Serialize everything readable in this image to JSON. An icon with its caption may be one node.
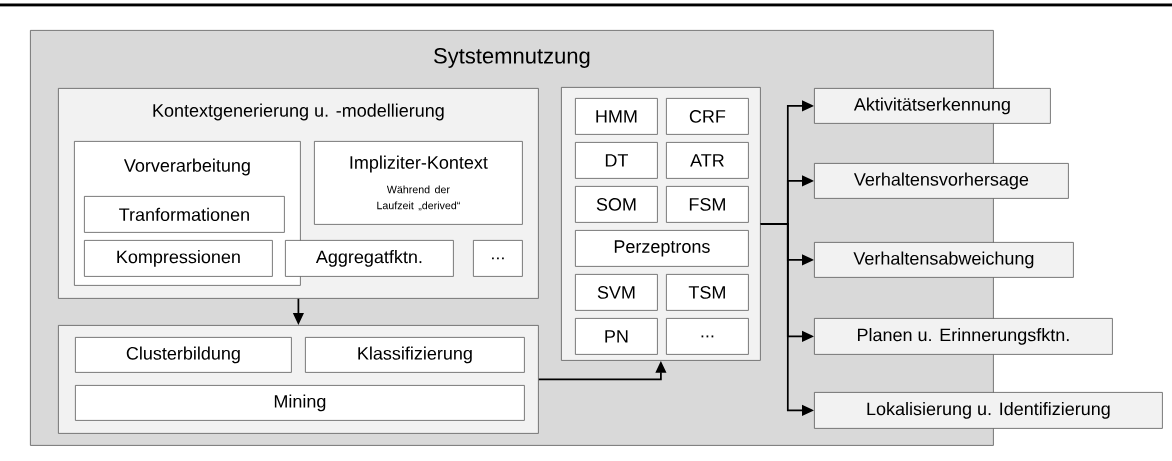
{
  "diagram": {
    "nodes": [
      {
        "text": [
          "Sytstemnutzung"
        ]
      },
      {
        "text": [
          "Kontextgenerierung u. -modellierung"
        ],
        "in": 0
      },
      {
        "text": [
          "Vorverarbeitung"
        ],
        "in": 1
      },
      {
        "text": [
          "Tranformationen"
        ],
        "in": 2
      },
      {
        "text": [
          "Kompressionen"
        ],
        "in": 2
      },
      {
        "text": [
          "Impliziter-Kontext",
          "Während der Laufzeit „derived“"
        ],
        "in": 1
      },
      {
        "text": [
          "Aggregatfktn."
        ],
        "in": 1
      },
      {
        "text": [
          "..."
        ],
        "in": 1
      },
      {
        "text": [],
        "shape": "box",
        "in": 0
      },
      {
        "text": [
          "Clusterbildung"
        ],
        "in": 8
      },
      {
        "text": [
          "Klassifizierung"
        ],
        "in": 8
      },
      {
        "text": [
          "Mining"
        ],
        "in": 8
      },
      {
        "text": [],
        "shape": "box",
        "in": 0
      },
      {
        "text": [
          "HMM"
        ],
        "in": 12
      },
      {
        "text": [
          "CRF"
        ],
        "in": 12
      },
      {
        "text": [
          "DT"
        ],
        "in": 12
      },
      {
        "text": [
          "ATR"
        ],
        "in": 12
      },
      {
        "text": [
          "SOM"
        ],
        "in": 12
      },
      {
        "text": [
          "FSM"
        ],
        "in": 12
      },
      {
        "text": [
          "Perzeptrons"
        ],
        "in": 12
      },
      {
        "text": [
          "SVM"
        ],
        "in": 12
      },
      {
        "text": [
          "TSM"
        ],
        "in": 12
      },
      {
        "text": [
          "PN"
        ],
        "in": 12
      },
      {
        "text": [
          "..."
        ],
        "in": 12
      },
      {
        "text": [
          "Aktivitätserkennung"
        ]
      },
      {
        "text": [
          "Verhaltensvorhersage"
        ]
      },
      {
        "text": [
          "Verhaltensabweichung"
        ]
      },
      {
        "text": [
          "Planen u. Erinnerungsfktn."
        ]
      },
      {
        "text": [
          "Lokalisierung u. Identifizierung"
        ]
      }
    ],
    "edges": [
      {
        "from": 1,
        "to": 8,
        "arrow": "to"
      },
      {
        "from": 8,
        "to": 12,
        "arrow": "to"
      },
      {
        "from": 12,
        "to": 24,
        "arrow": "to"
      },
      {
        "from": 12,
        "to": 25,
        "arrow": "to"
      },
      {
        "from": 12,
        "to": 26,
        "arrow": "to"
      },
      {
        "from": 12,
        "to": 27,
        "arrow": "to"
      },
      {
        "from": 12,
        "to": 28,
        "arrow": "to"
      }
    ]
  }
}
